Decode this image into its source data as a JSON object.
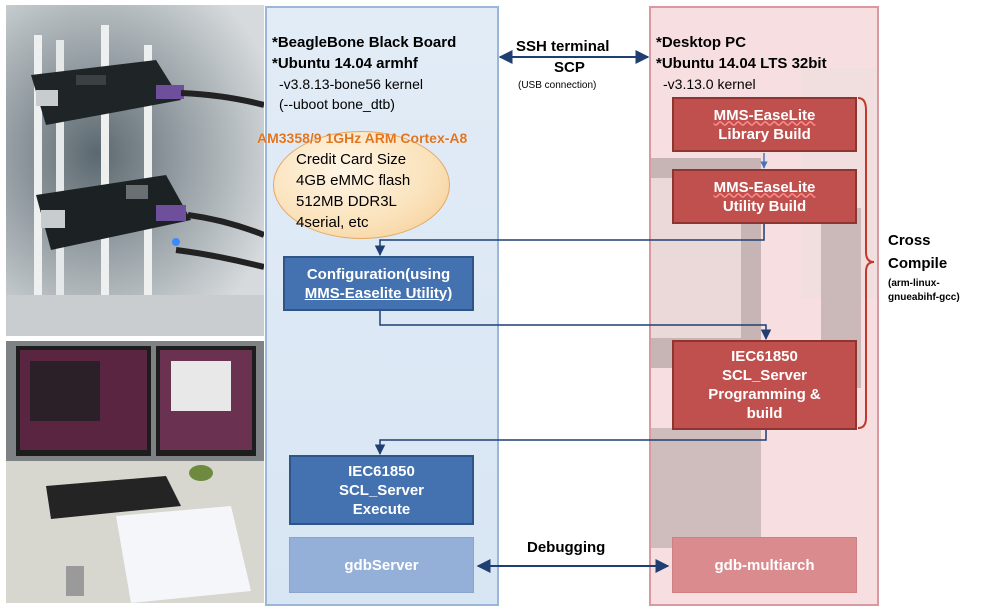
{
  "bbb": {
    "title1": "*BeagleBone Black Board",
    "title2": "*Ubuntu 14.04 armhf",
    "kernel": "-v3.8.13-bone56 kernel",
    "uboot": "(--uboot bone_dtb)",
    "cpu": "AM3358/9 1GHz ARM Cortex-A8",
    "specs": [
      "Credit Card Size",
      "4GB eMMC flash",
      "512MB DDR3L",
      "4serial, etc"
    ],
    "config_line1": "Configuration(using",
    "config_line2": "MMS-Easelite Utility)",
    "execute_line1": "IEC61850",
    "execute_line2": "SCL_Server",
    "execute_line3": "Execute",
    "gdbserver": "gdbServer"
  },
  "link": {
    "ssh": "SSH terminal",
    "scp": "SCP",
    "usb": "(USB connection)",
    "debugging": "Debugging"
  },
  "pc": {
    "title1": "*Desktop PC",
    "title2": "*Ubuntu 14.04 LTS 32bit",
    "kernel": "-v3.13.0 kernel",
    "lib_line1": "MMS-EaseLite",
    "lib_line2": "Library Build",
    "util_line1": "MMS-EaseLite",
    "util_line2": "Utility Build",
    "iec_line1": "IEC61850",
    "iec_line2": "SCL_Server",
    "iec_line3": "Programming &",
    "iec_line4": "build",
    "gdb": "gdb-multiarch"
  },
  "cross": {
    "line1": "Cross",
    "line2": "Compile",
    "line3": "(arm-linux-",
    "line4": "gnueabihf-gcc)"
  },
  "colors": {
    "arrow": "#1f3f73",
    "blue_box": "#4472b0",
    "red_box": "#c0504d",
    "cpu_text": "#e07520"
  }
}
